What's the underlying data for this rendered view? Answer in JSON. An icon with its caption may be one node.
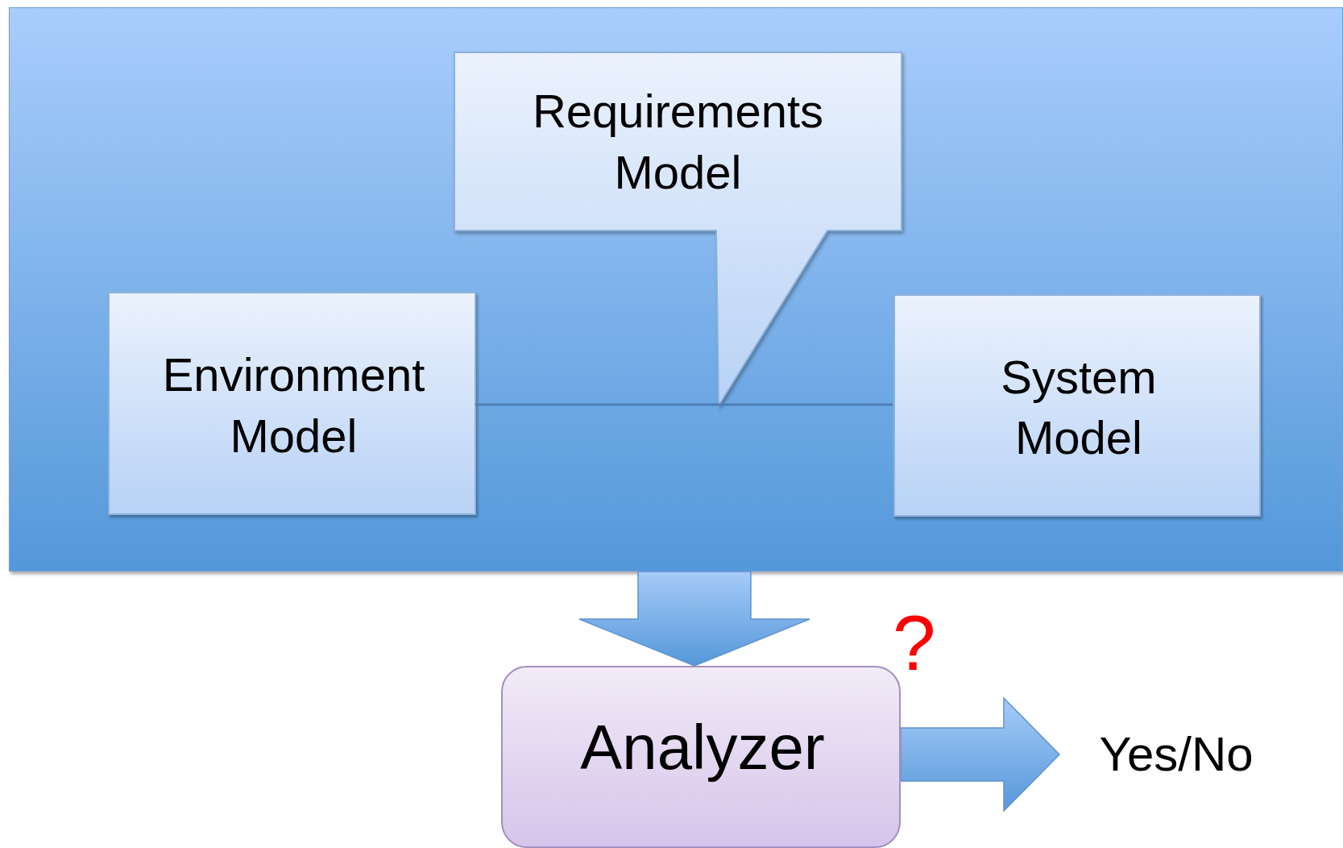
{
  "diagram": {
    "nodes": [
      {
        "text": [],
        "shape": "box"
      },
      {
        "text": [
          "Requirements Model"
        ],
        "in": 0
      },
      {
        "text": [
          "Environment Model"
        ],
        "in": 0
      },
      {
        "text": [
          "System Model"
        ],
        "in": 0
      },
      {
        "text": [
          "Analyzer"
        ]
      },
      {
        "text": [
          "Yes/No"
        ]
      }
    ],
    "edges": [
      {
        "from": 2,
        "to": 3,
        "arrow": "none"
      },
      {
        "from": 0,
        "to": 4,
        "arrow": "to",
        "style": "thick"
      },
      {
        "from": 4,
        "to": 5,
        "arrow": "to",
        "style": "thick"
      }
    ],
    "labels": [
      "?"
    ]
  }
}
